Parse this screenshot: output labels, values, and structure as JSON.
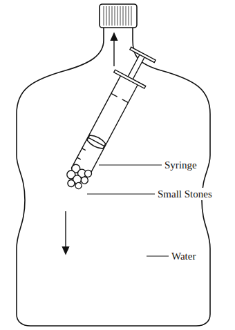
{
  "diagram": {
    "labels": [
      "Syringe",
      "Small Stones",
      "Water"
    ]
  }
}
